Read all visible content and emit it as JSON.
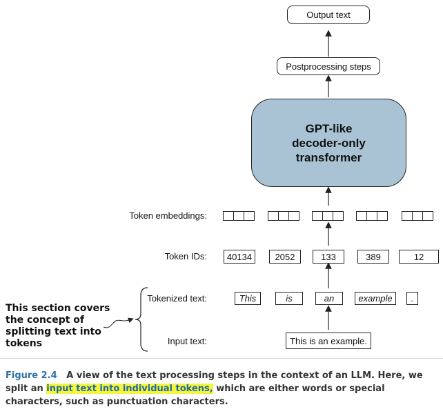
{
  "diagram": {
    "output": "Output text",
    "postprocessing": "Postprocessing steps",
    "model": [
      "GPT-like",
      "decoder-only",
      "transformer"
    ],
    "labels": {
      "embeddings": "Token embeddings:",
      "ids": "Token IDs:",
      "tokenized": "Tokenized text:",
      "input": "Input text:"
    },
    "token_ids": [
      "40134",
      "2052",
      "133",
      "389",
      "12"
    ],
    "tokens": [
      "This",
      "is",
      "an",
      "example",
      "."
    ],
    "input_text": "This is an example."
  },
  "side_note": "This section covers the concept of splitting text into tokens",
  "caption": {
    "figure": "Figure 2.4",
    "text_before": "A view of the text processing steps in the context of an LLM. Here, we split an",
    "highlight": "input text into individual tokens,",
    "text_after": "which are either words or special characters, such as punctuation characters."
  }
}
